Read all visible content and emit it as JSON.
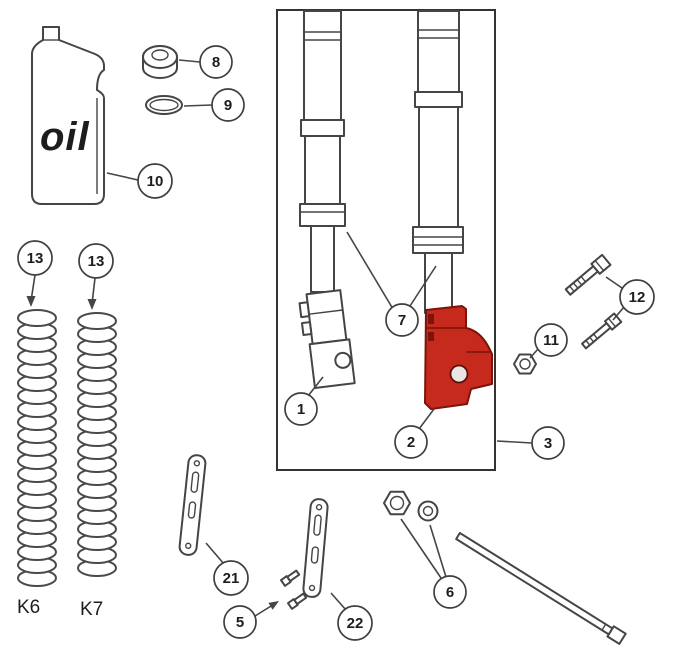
{
  "diagram": {
    "oil_bottle_label": "oil",
    "spring_left_label": "K6",
    "spring_right_label": "K7",
    "highlight_color": "#c62a1c",
    "highlight_dark": "#7d130b",
    "line_color": "#454545",
    "callouts": [
      {
        "num": "8"
      },
      {
        "num": "9"
      },
      {
        "num": "10"
      },
      {
        "num": "13"
      },
      {
        "num": "13"
      },
      {
        "num": "7"
      },
      {
        "num": "1"
      },
      {
        "num": "2"
      },
      {
        "num": "3"
      },
      {
        "num": "11"
      },
      {
        "num": "12"
      },
      {
        "num": "21"
      },
      {
        "num": "5"
      },
      {
        "num": "22"
      },
      {
        "num": "6"
      }
    ]
  }
}
